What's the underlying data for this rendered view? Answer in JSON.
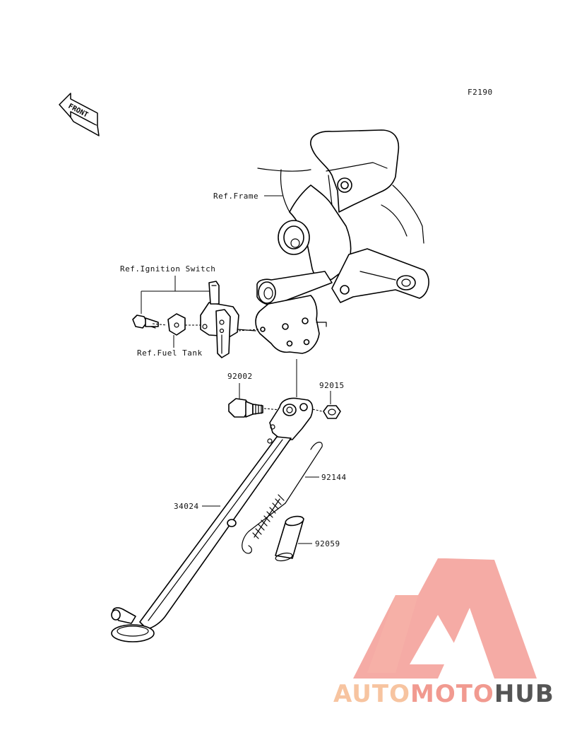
{
  "figure_code": "F2190",
  "front_label": "FRONT",
  "ref_labels": {
    "frame": "Ref.Frame",
    "ignition_switch": "Ref.Ignition Switch",
    "fuel_tank": "Ref.Fuel Tank"
  },
  "part_numbers": {
    "bolt": "92002",
    "nut": "92015",
    "spring": "92144",
    "side_stand": "34024",
    "collar": "92059"
  },
  "watermark": {
    "part1": "AUTO",
    "part2": "MOTO",
    "part3": "HUB",
    "color_light": "#f7c4a0",
    "color_mid": "#f19a90",
    "color_dark": "#555555",
    "logo_color": "#f0857a"
  }
}
